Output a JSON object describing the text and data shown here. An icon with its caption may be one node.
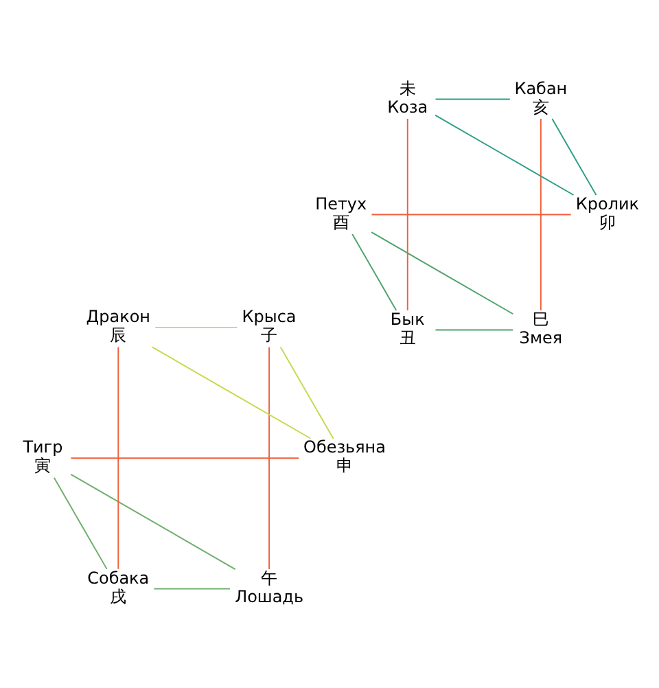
{
  "diagram": {
    "nodes": [
      {
        "text": [
          "午",
          "Лошадь"
        ]
      },
      {
        "text": [
          "巳",
          "Змея"
        ]
      },
      {
        "text": [
          "未",
          "Коза"
        ]
      },
      {
        "text": [
          "Дракон",
          "辰"
        ]
      },
      {
        "text": [
          "Обезьяна",
          "申"
        ]
      },
      {
        "text": [
          "Кролик",
          "卯"
        ]
      },
      {
        "text": [
          "Петух",
          "酉"
        ]
      },
      {
        "text": [
          "Тигр",
          "寅"
        ]
      },
      {
        "text": [
          "Собака",
          "戌"
        ]
      },
      {
        "text": [
          "Бык",
          "丑"
        ]
      },
      {
        "text": [
          "Кабан",
          "亥"
        ]
      },
      {
        "text": [
          "Крыса",
          "子"
        ]
      }
    ],
    "edges": [
      {
        "from": 11,
        "to": 3,
        "arrow": "none",
        "color": "#c9d84e"
      },
      {
        "from": 3,
        "to": 4,
        "arrow": "none",
        "color": "#c9d84e"
      },
      {
        "from": 4,
        "to": 11,
        "arrow": "none",
        "color": "#c9d84e"
      },
      {
        "from": 0,
        "to": 7,
        "arrow": "none",
        "color": "#6fae6a"
      },
      {
        "from": 7,
        "to": 8,
        "arrow": "none",
        "color": "#6fae6a"
      },
      {
        "from": 8,
        "to": 0,
        "arrow": "none",
        "color": "#6fae6a"
      },
      {
        "from": 1,
        "to": 6,
        "arrow": "none",
        "color": "#4fa36b"
      },
      {
        "from": 6,
        "to": 9,
        "arrow": "none",
        "color": "#4fa36b"
      },
      {
        "from": 9,
        "to": 1,
        "arrow": "none",
        "color": "#4fa36b"
      },
      {
        "from": 2,
        "to": 5,
        "arrow": "none",
        "color": "#2e9e86"
      },
      {
        "from": 5,
        "to": 10,
        "arrow": "none",
        "color": "#2e9e86"
      },
      {
        "from": 10,
        "to": 2,
        "arrow": "none",
        "color": "#2e9e86"
      },
      {
        "from": 0,
        "to": 11,
        "arrow": "none",
        "color": "#f0603c"
      },
      {
        "from": 1,
        "to": 10,
        "arrow": "none",
        "color": "#f0603c"
      },
      {
        "from": 2,
        "to": 9,
        "arrow": "none",
        "color": "#f0603c"
      },
      {
        "from": 3,
        "to": 8,
        "arrow": "none",
        "color": "#f0603c"
      },
      {
        "from": 4,
        "to": 7,
        "arrow": "none",
        "color": "#f0603c"
      },
      {
        "from": 5,
        "to": 6,
        "arrow": "none",
        "color": "#f0603c"
      }
    ]
  }
}
